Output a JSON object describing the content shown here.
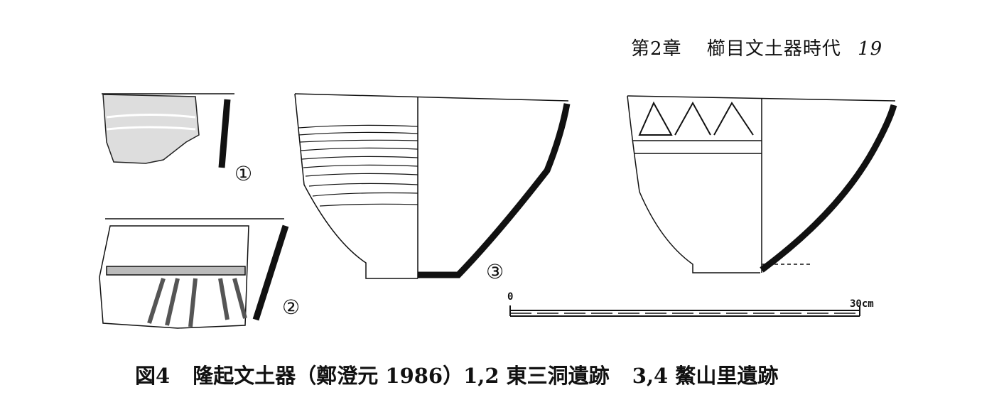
{
  "header": {
    "chapter": "第2章",
    "title": "櫛目文土器時代",
    "page_number": "19"
  },
  "figure": {
    "labels": [
      "①",
      "②",
      "③"
    ],
    "scale": {
      "start": "0",
      "end": "30cm"
    }
  },
  "caption": {
    "figure_number": "図4",
    "text": "隆起文土器（鄭澄元 1986）1,2 東三洞遺跡",
    "text2": "3,4 鰲山里遺跡"
  }
}
